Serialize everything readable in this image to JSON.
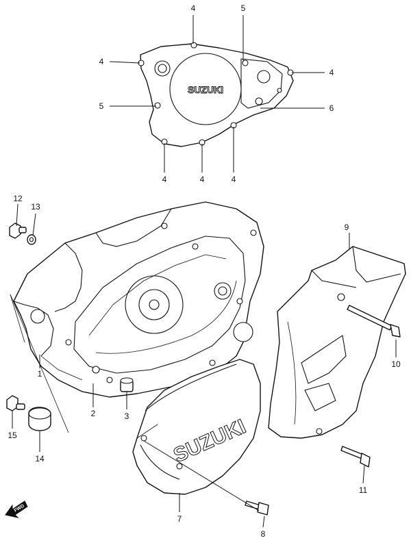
{
  "callouts": {
    "c1": "1",
    "c2": "2",
    "c3": "3",
    "c4a": "4",
    "c4b": "4",
    "c4c": "4",
    "c4d": "4",
    "c4e": "4",
    "c4f": "4",
    "c5a": "5",
    "c5b": "5",
    "c6": "6",
    "c7": "7",
    "c8": "8",
    "c9": "9",
    "c10": "10",
    "c11": "11",
    "c12": "12",
    "c13": "13",
    "c14": "14",
    "c15": "15"
  },
  "logos": {
    "gasket_logo": "SUZUKI",
    "cover_logo": "SUZUKI"
  },
  "badge": {
    "fwd": "FWD"
  }
}
